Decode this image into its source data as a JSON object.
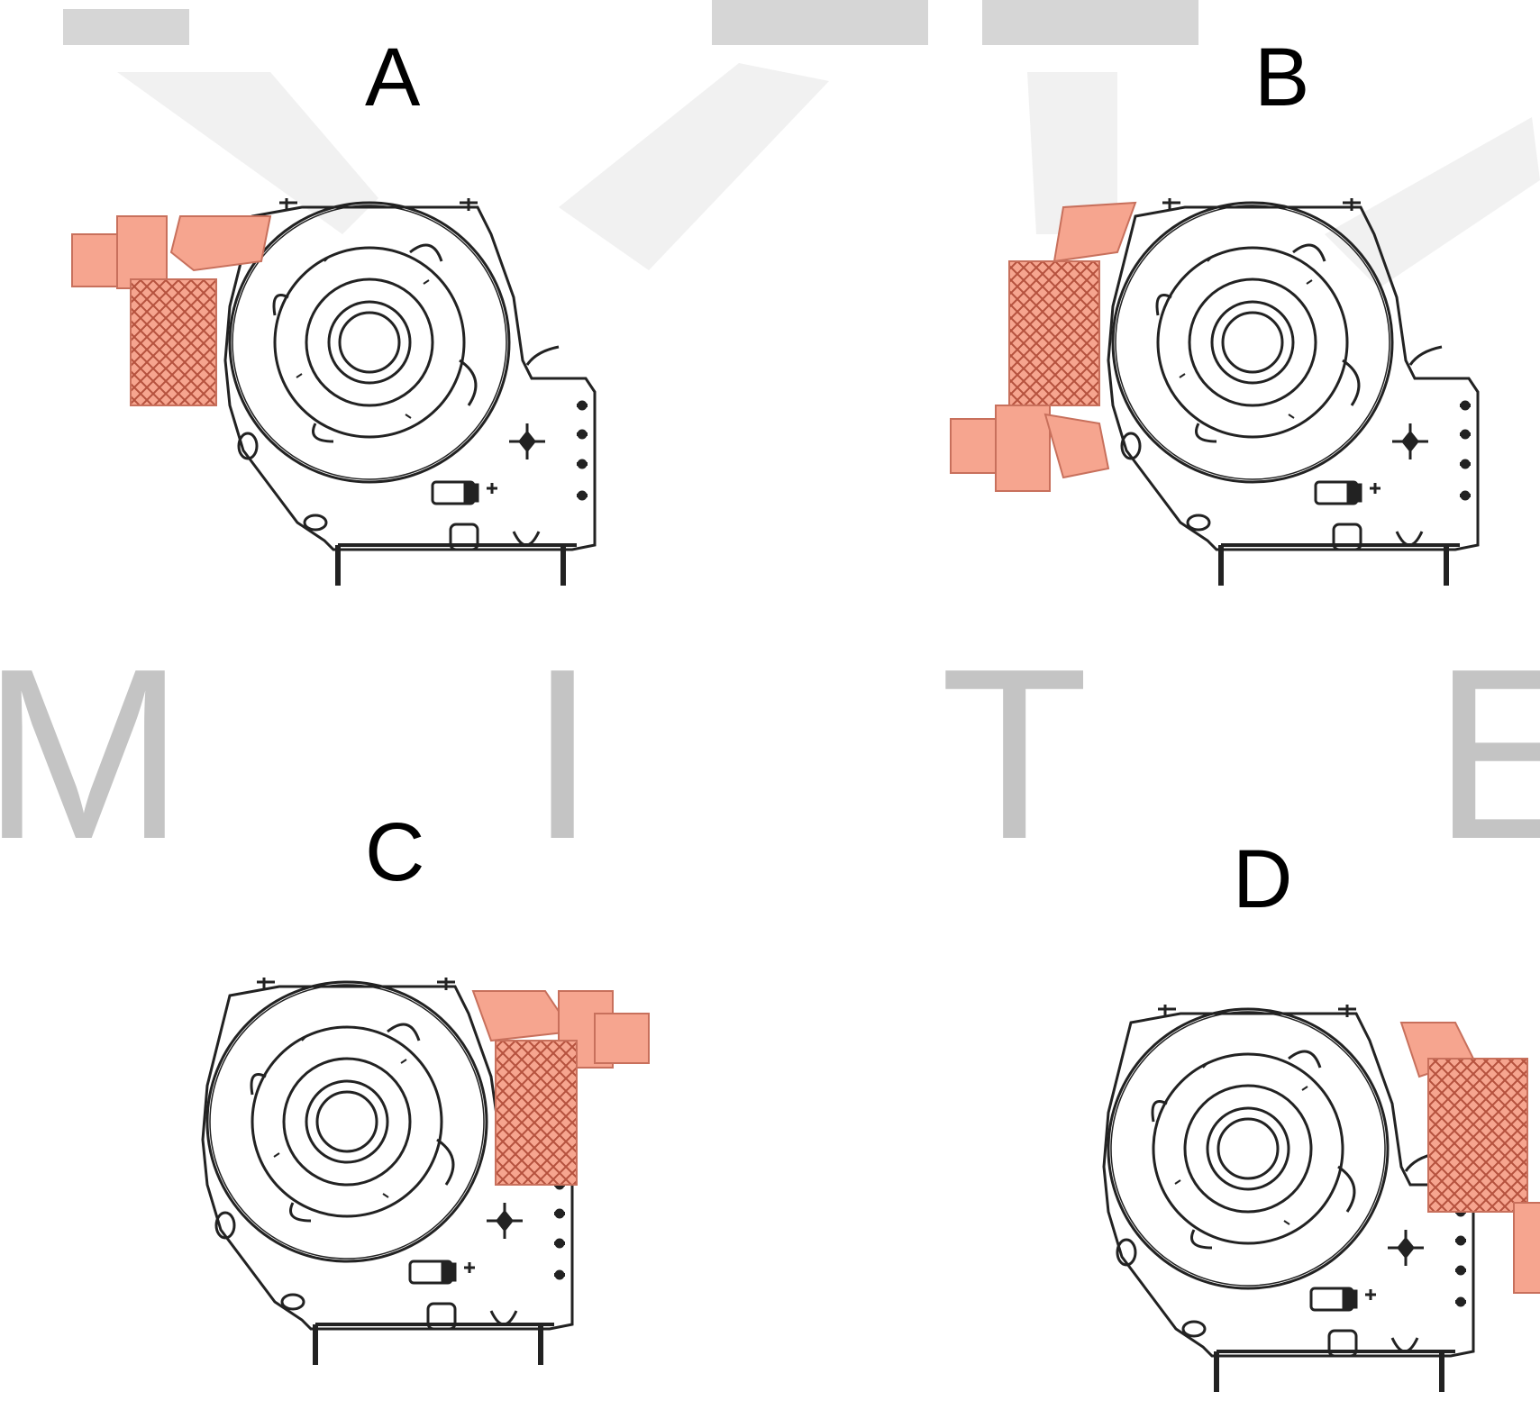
{
  "watermark": {
    "top_letters": "MITE",
    "middle_letters": "MITE",
    "color": "#c8c8c8"
  },
  "panels": [
    {
      "id": "A",
      "label": "A"
    },
    {
      "id": "B",
      "label": "B"
    },
    {
      "id": "C",
      "label": "C"
    },
    {
      "id": "D",
      "label": "D"
    }
  ],
  "colors": {
    "line": "#222222",
    "highlight_fill": "#f6a58f",
    "highlight_stroke": "#c8705c",
    "mesh": "#b5523e"
  }
}
